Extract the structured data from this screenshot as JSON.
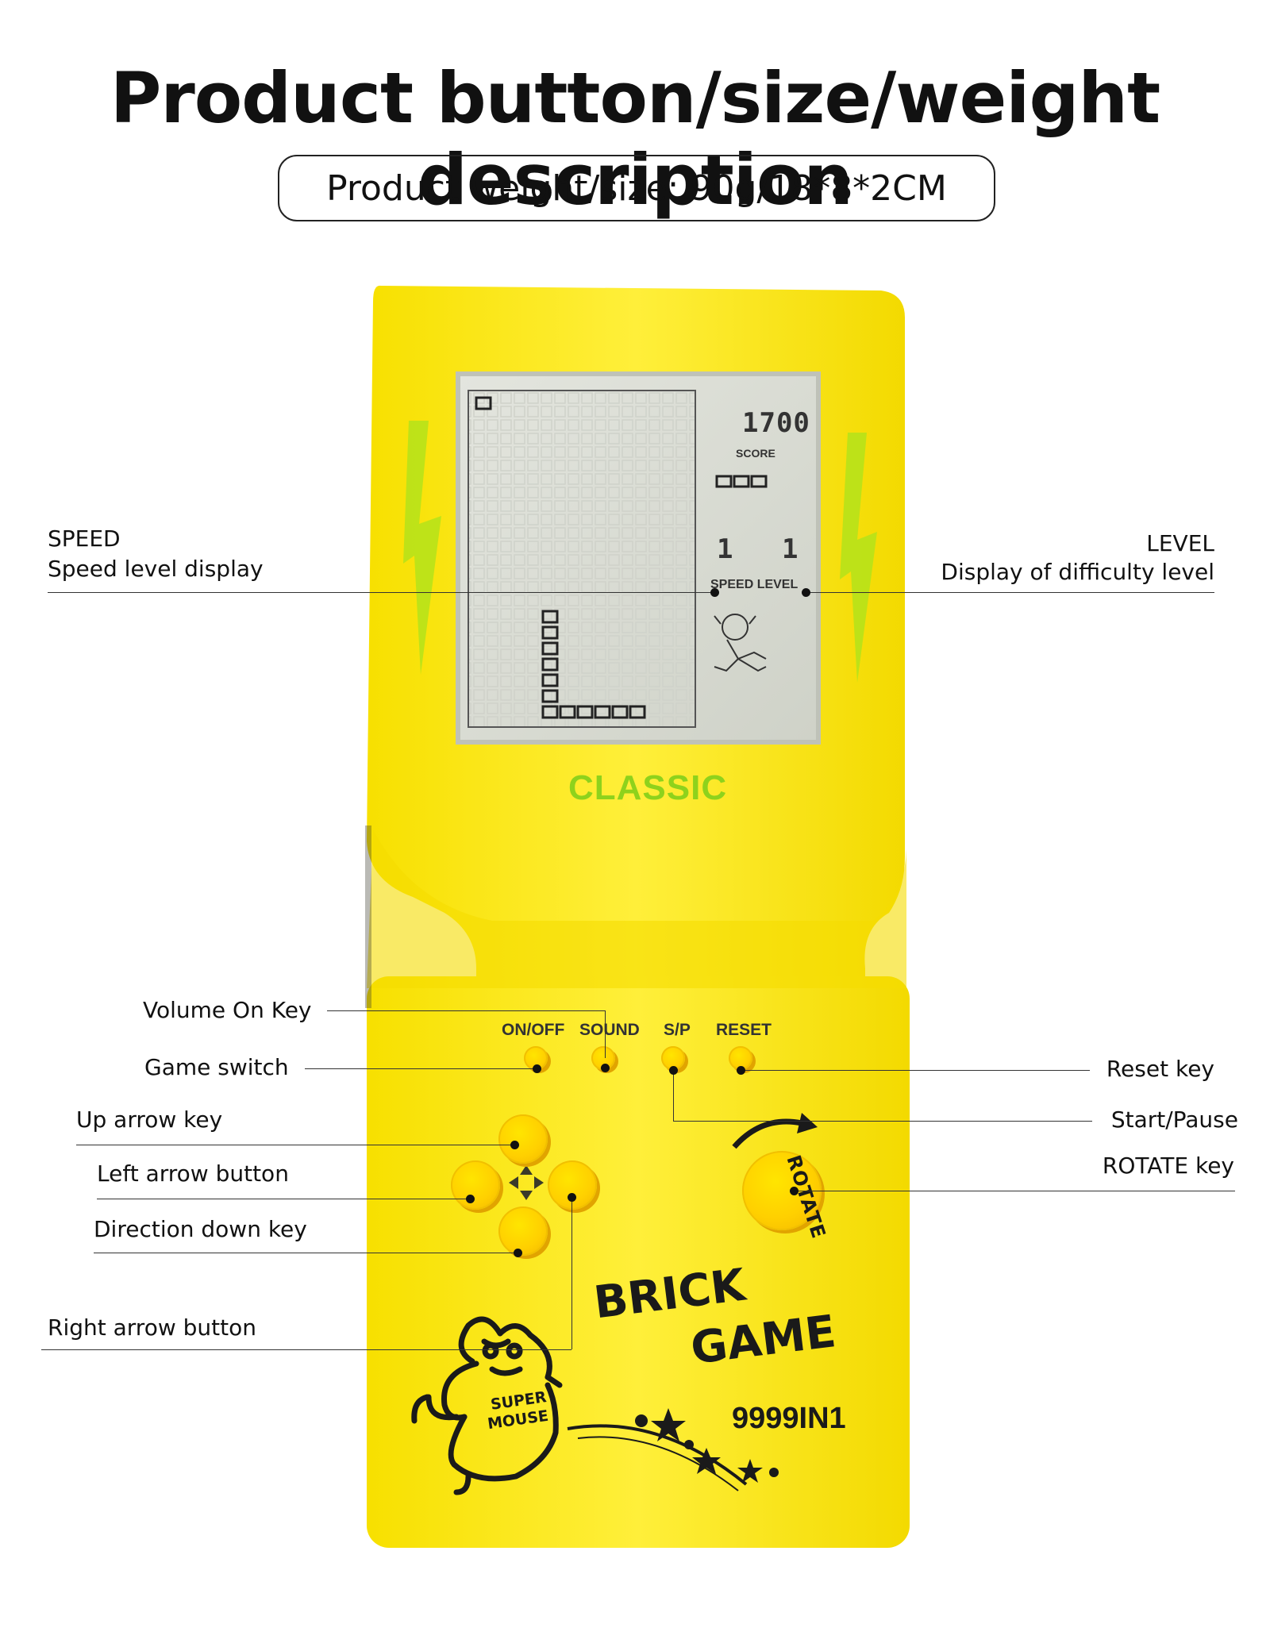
{
  "header": {
    "title": "Product button/size/weight description",
    "subtitle": "Product weight/size: 90g/18*8*2CM"
  },
  "device": {
    "brand_top": "CLASSIC",
    "brand_line1": "BRICK",
    "brand_line2": "GAME",
    "model": "9999IN1",
    "mascot_text_1": "SUPER",
    "mascot_text_2": "MOUSE",
    "rotate_label": "ROTATE",
    "body_color": "#ffec2e",
    "key_color": "#ffd000",
    "accent_green": "#8ed21c",
    "lcd_color": "#d9dcd3",
    "lcd": {
      "score_digits": "1700",
      "score_label": "SCORE",
      "speed_level_label": "SPEED LEVEL",
      "speed_value": "1",
      "level_value": "1"
    },
    "buttons": {
      "on_off": "ON/OFF",
      "sound": "SOUND",
      "sp": "S/P",
      "reset": "RESET"
    }
  },
  "callouts": {
    "speed_title": "SPEED",
    "speed_desc": "Speed level display",
    "level_title": "LEVEL",
    "level_desc": "Display of difficulty level",
    "volume": "Volume On Key",
    "game_switch": "Game switch",
    "reset_key": "Reset key",
    "start_pause": "Start/Pause",
    "up_arrow": "Up arrow key",
    "left_arrow": "Left arrow button",
    "rotate_key": "ROTATE key",
    "down_key": "Direction down key",
    "right_arrow": "Right arrow button"
  }
}
